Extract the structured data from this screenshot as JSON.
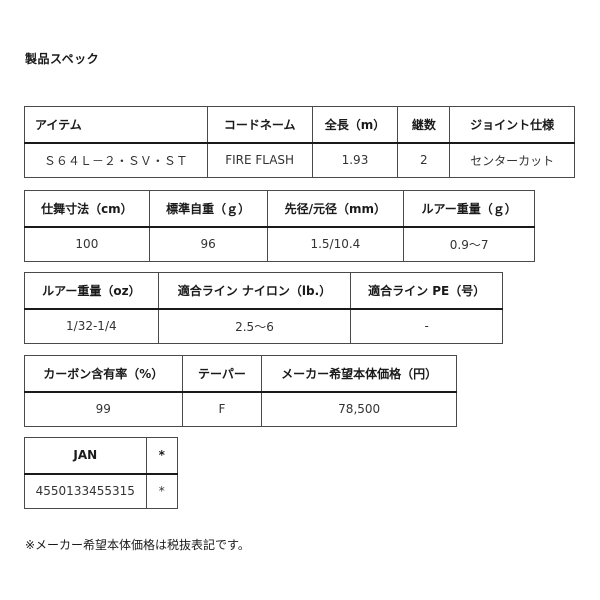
{
  "page_title": "製品スペック",
  "tables": [
    {
      "headers": [
        "アイテム",
        "コードネーム",
        "全長（m）",
        "継数",
        "ジョイント仕様"
      ],
      "values": [
        "Ｓ６４Ｌ－２・ＳＶ・ＳＴ",
        "FIRE FLASH",
        "1.93",
        "2",
        "センターカット"
      ]
    },
    {
      "headers": [
        "仕舞寸法（cm）",
        "標準自重（ｇ）",
        "先径/元径（mm）",
        "ルアー重量（ｇ）"
      ],
      "values": [
        "100",
        "96",
        "1.5/10.4",
        "0.9〜7"
      ]
    },
    {
      "headers": [
        "ルアー重量（oz）",
        "適合ライン ナイロン（lb.）",
        "適合ライン PE（号）"
      ],
      "values": [
        "1/32-1/4",
        "2.5〜6",
        "-"
      ]
    },
    {
      "headers": [
        "カーボン含有率（%）",
        "テーパー",
        "メーカー希望本体価格（円）"
      ],
      "values": [
        "99",
        "F",
        "78,500"
      ]
    },
    {
      "headers": [
        "JAN",
        "*"
      ],
      "values": [
        "4550133455315",
        "*"
      ]
    }
  ],
  "footnote": "※メーカー希望本体価格は税抜表記です。"
}
